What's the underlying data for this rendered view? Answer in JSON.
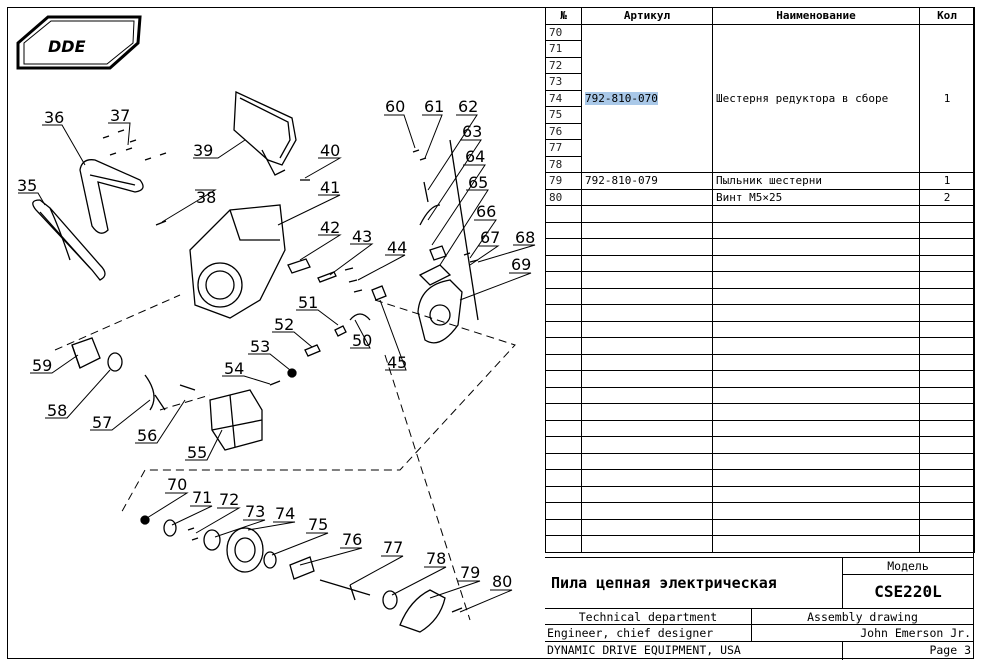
{
  "logo_text": "DDE",
  "table": {
    "headers": {
      "num": "№",
      "article": "Артикул",
      "name": "Наименование",
      "qty": "Кол"
    },
    "group": {
      "article": "792-810-070",
      "name": "Шестерня редуктора в сборе",
      "qty": "1"
    },
    "rows": [
      {
        "num": "70",
        "article": "",
        "name": "",
        "qty": ""
      },
      {
        "num": "71",
        "article": "",
        "name": "",
        "qty": ""
      },
      {
        "num": "72",
        "article": "",
        "name": "",
        "qty": ""
      },
      {
        "num": "73",
        "article": "",
        "name": "",
        "qty": ""
      },
      {
        "num": "74",
        "article": "",
        "name": "",
        "qty": ""
      },
      {
        "num": "75",
        "article": "",
        "name": "",
        "qty": ""
      },
      {
        "num": "76",
        "article": "",
        "name": "",
        "qty": ""
      },
      {
        "num": "77",
        "article": "",
        "name": "",
        "qty": ""
      },
      {
        "num": "78",
        "article": "",
        "name": "",
        "qty": ""
      },
      {
        "num": "79",
        "article": "792-810-079",
        "name": "Пыльник шестерни",
        "qty": "1"
      },
      {
        "num": "80",
        "article": "",
        "name": "Винт М5×25",
        "qty": "2"
      }
    ],
    "empty_rows": 21
  },
  "title_block": {
    "product_name": "Пила цепная электрическая",
    "model_label": "Модель",
    "model": "CSE220L",
    "department": "Technical department",
    "drawing_type": "Assembly drawing",
    "role": "Engineer, chief designer",
    "person": "John Emerson Jr.",
    "company": "DYNAMIC DRIVE EQUIPMENT, USA",
    "page": "Page 3"
  },
  "callouts": [
    "35",
    "36",
    "37",
    "38",
    "39",
    "40",
    "41",
    "42",
    "43",
    "44",
    "45",
    "50",
    "51",
    "52",
    "53",
    "54",
    "55",
    "56",
    "57",
    "58",
    "59",
    "60",
    "61",
    "62",
    "63",
    "64",
    "65",
    "66",
    "67",
    "68",
    "69",
    "70",
    "71",
    "72",
    "73",
    "74",
    "75",
    "76",
    "77",
    "78",
    "79",
    "80"
  ]
}
